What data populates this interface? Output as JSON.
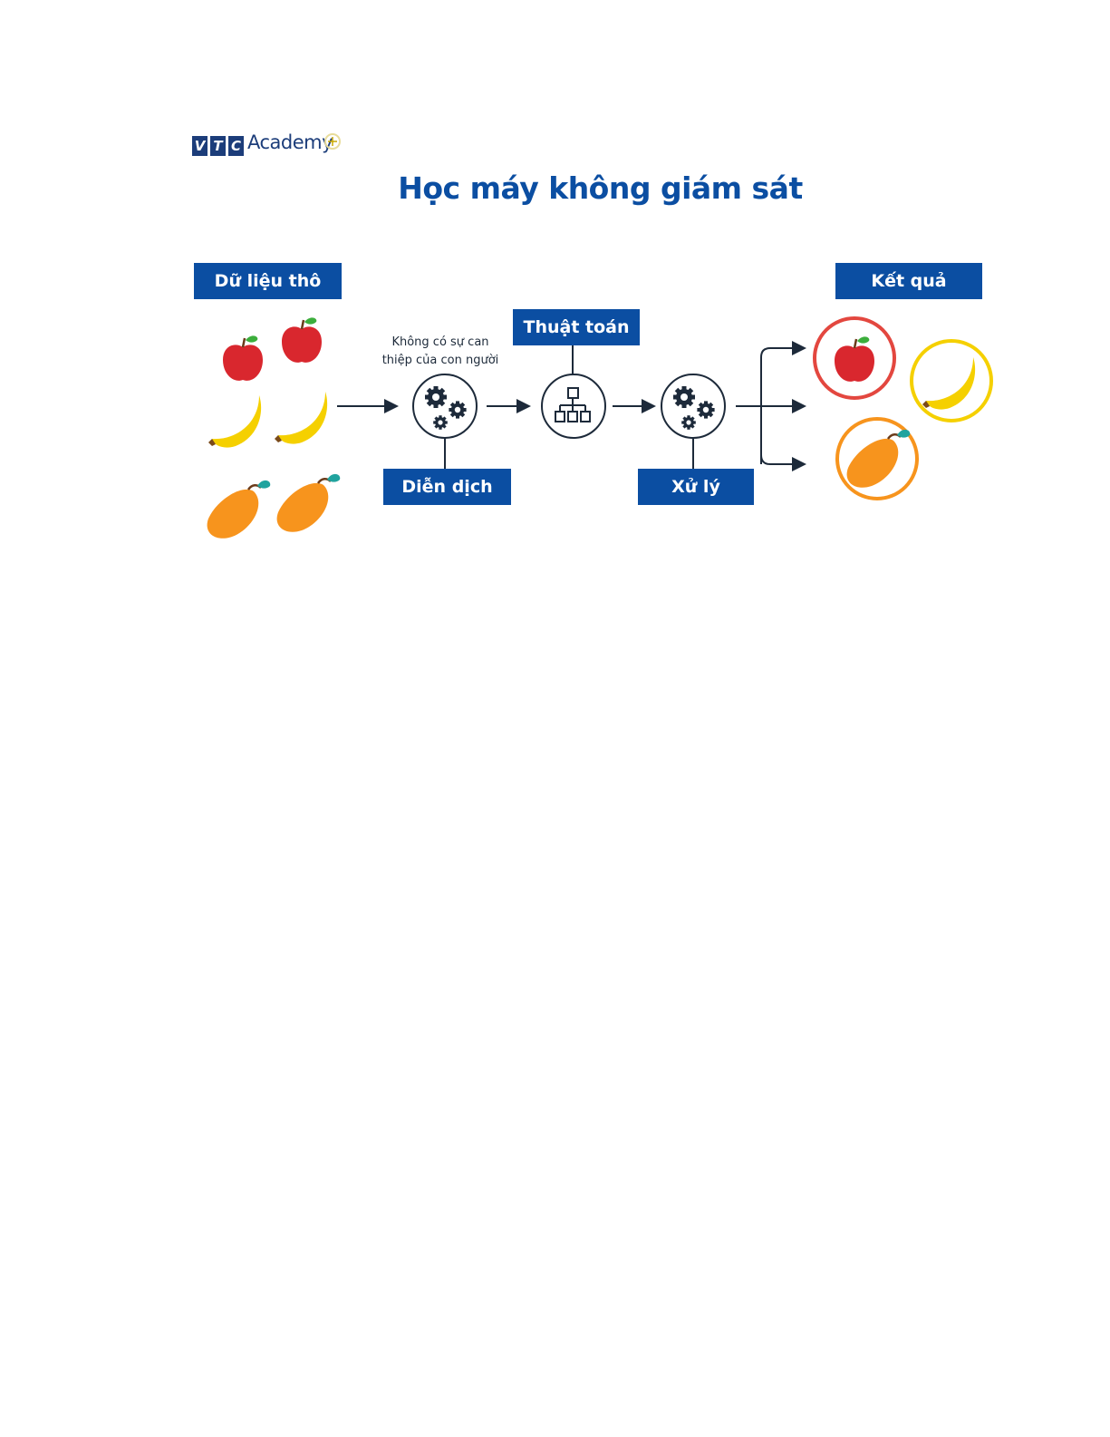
{
  "logo": {
    "letters": [
      "V",
      "T",
      "C"
    ],
    "word": "Academy"
  },
  "title": "Học máy không giám sát",
  "labels": {
    "raw_data": "Dữ liệu thô",
    "result": "Kết quả",
    "algorithm": "Thuật toán",
    "interpretation": "Diễn dịch",
    "processing": "Xử lý"
  },
  "note": [
    "Không có sự can",
    "thiệp của con người"
  ],
  "colors": {
    "brand": "#0b4ea2",
    "apple": "#d9272e",
    "banana": "#f5d000",
    "mango": "#f7941d"
  }
}
